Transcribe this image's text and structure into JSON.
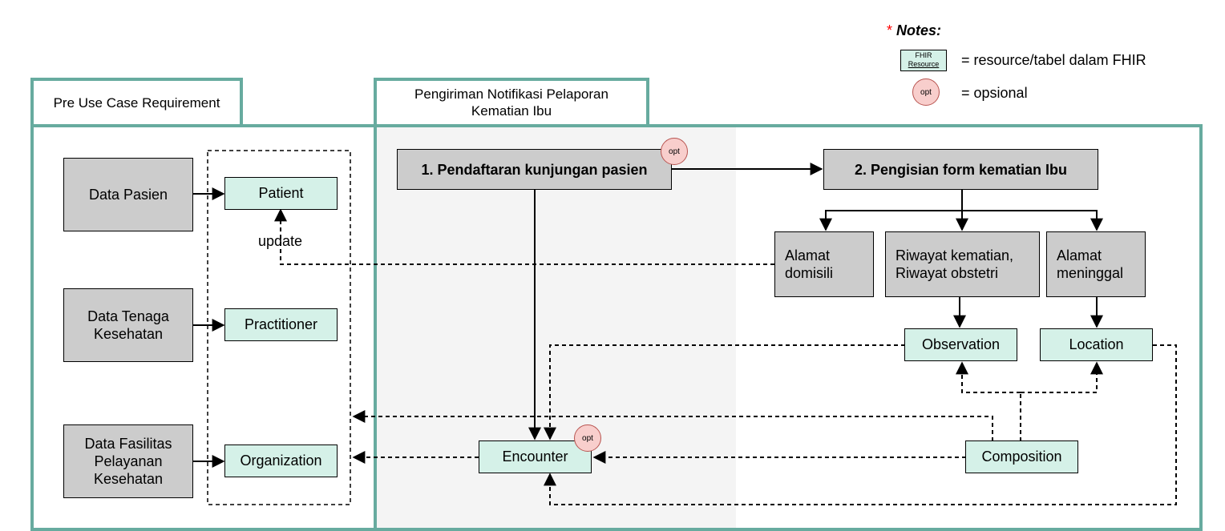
{
  "notes": {
    "asterisk": "*",
    "title": "Notes:",
    "fhir_legend_line1": "FHIR",
    "fhir_legend_line2": "Resource",
    "fhir_legend_desc": "= resource/tabel dalam FHIR",
    "opt_legend_label": "opt",
    "opt_legend_desc": "= opsional"
  },
  "pre_use_case": {
    "header": "Pre Use Case Requirement",
    "data_pasien": "Data Pasien",
    "data_tenaga": "Data Tenaga Kesehatan",
    "data_fasilitas": "Data Fasilitas Pelayanan Kesehatan",
    "patient": "Patient",
    "practitioner": "Practitioner",
    "organization": "Organization",
    "update_label": "update"
  },
  "main": {
    "header": "Pengiriman Notifikasi Pelaporan Kematian Ibu",
    "step1": "1. Pendaftaran kunjungan pasien",
    "step2": "2. Pengisian form kematian Ibu",
    "alamat_domisili": "Alamat domisili",
    "riwayat": "Riwayat kematian, Riwayat obstetri",
    "alamat_meninggal": "Alamat meninggal",
    "observation": "Observation",
    "location": "Location",
    "encounter": "Encounter",
    "composition": "Composition",
    "opt_label": "opt"
  },
  "colors": {
    "frame": "#67ab9f",
    "gray_box": "#cccccc",
    "fhir_box": "#d5f1e8",
    "opt_circle": "#f8cecc",
    "asterisk": "#ff0000",
    "shaded_area": "#f4f4f4"
  }
}
